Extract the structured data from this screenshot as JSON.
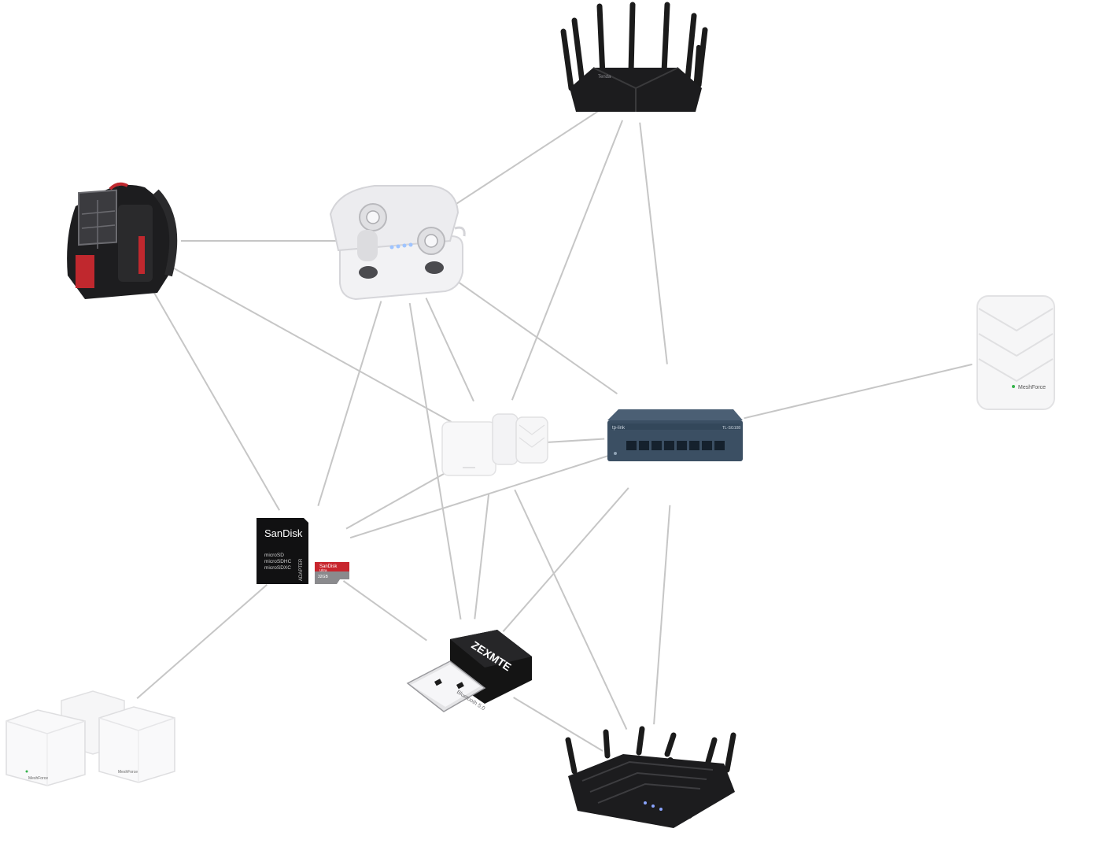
{
  "palette": {
    "background": "#ffffff",
    "edge": "#c6c6c6",
    "device_dark": "#1c1c1e",
    "device_light": "#f7f7f7",
    "sandisk_red": "#c8262e",
    "switch_blue": "#3b4f63",
    "meshforce_green": "#35b34a"
  },
  "nodes": [
    {
      "id": "router-ac",
      "icon": "router-icon",
      "brand_text": "Tenda"
    },
    {
      "id": "backpack",
      "icon": "backpack-icon"
    },
    {
      "id": "earbuds",
      "icon": "earbuds-case-icon"
    },
    {
      "id": "meshforce-single",
      "icon": "mesh-point-icon",
      "brand_text": "MeshForce"
    },
    {
      "id": "mesh-small",
      "icon": "mesh-system-icon"
    },
    {
      "id": "switch",
      "icon": "network-switch-icon",
      "brand_text": "tp-link",
      "model_text": "TL-SG108"
    },
    {
      "id": "sdcard",
      "icon": "sd-card-icon",
      "adapter_brand": "SanDisk",
      "adapter_formats": [
        "microSD",
        "microSDHC",
        "microSDXC"
      ],
      "adapter_side": "ADAPTER",
      "card_brand": "SanDisk",
      "card_line": "Ultra",
      "card_capacity": "32GB"
    },
    {
      "id": "bluetooth",
      "icon": "usb-bluetooth-adapter-icon",
      "brand_text": "ZEXMTE",
      "side_text": "Bluetooth 5.0"
    },
    {
      "id": "mesh-large",
      "icon": "mesh-system-icon",
      "brand_text": "MeshForce"
    },
    {
      "id": "router-tplink",
      "icon": "router-icon"
    }
  ],
  "edges": [
    [
      "earbuds",
      "router-ac"
    ],
    [
      "router-ac",
      "mesh-small"
    ],
    [
      "router-ac",
      "switch"
    ],
    [
      "backpack",
      "earbuds"
    ],
    [
      "backpack",
      "mesh-small"
    ],
    [
      "backpack",
      "sdcard"
    ],
    [
      "earbuds",
      "sdcard"
    ],
    [
      "earbuds",
      "bluetooth"
    ],
    [
      "earbuds",
      "mesh-small"
    ],
    [
      "earbuds",
      "switch"
    ],
    [
      "meshforce-single",
      "switch"
    ],
    [
      "mesh-small",
      "switch"
    ],
    [
      "mesh-small",
      "sdcard"
    ],
    [
      "mesh-small",
      "bluetooth"
    ],
    [
      "mesh-small",
      "router-tplink"
    ],
    [
      "switch",
      "sdcard"
    ],
    [
      "switch",
      "bluetooth"
    ],
    [
      "switch",
      "router-tplink"
    ],
    [
      "sdcard",
      "mesh-large"
    ],
    [
      "sdcard",
      "bluetooth"
    ],
    [
      "bluetooth",
      "router-tplink"
    ]
  ]
}
